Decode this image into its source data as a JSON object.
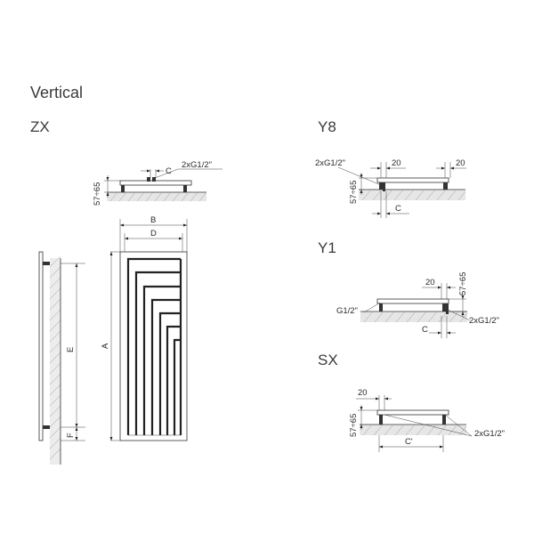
{
  "title": "Vertical",
  "sections": {
    "zx": "ZX",
    "y8": "Y8",
    "y1": "Y1",
    "sx": "SX"
  },
  "dimensions": {
    "depth_range": "57÷65",
    "offset_20": "20",
    "c": "C",
    "c_prime": "C'",
    "b": "B",
    "d": "D",
    "a": "A",
    "e": "E",
    "f": "F",
    "conn_2x": "2xG1/2\"",
    "conn_1x": "G1/2\""
  }
}
